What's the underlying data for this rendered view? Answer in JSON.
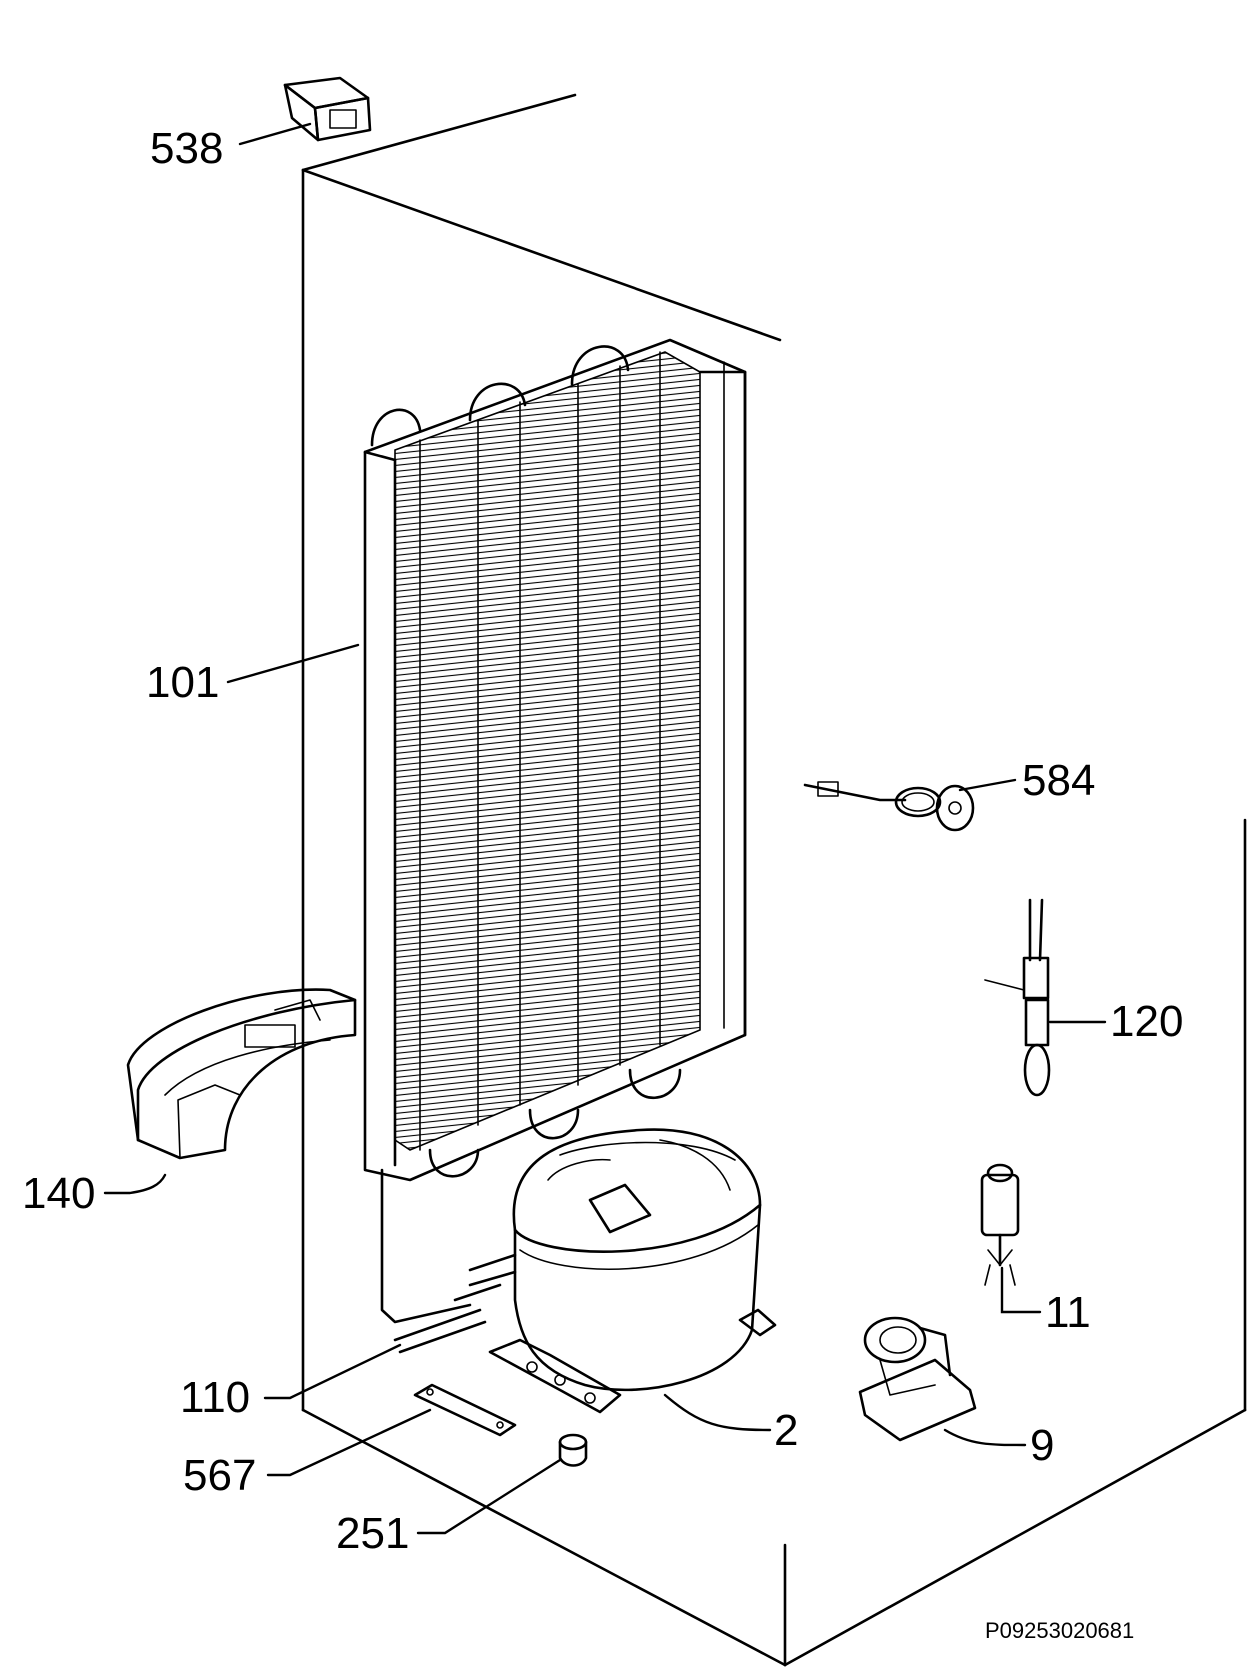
{
  "callouts": {
    "538": "538",
    "101": "101",
    "584": "584",
    "120": "120",
    "140": "140",
    "11": "11",
    "110": "110",
    "2": "2",
    "9": "9",
    "567": "567",
    "251": "251"
  },
  "drawing_code": "P09253020681"
}
